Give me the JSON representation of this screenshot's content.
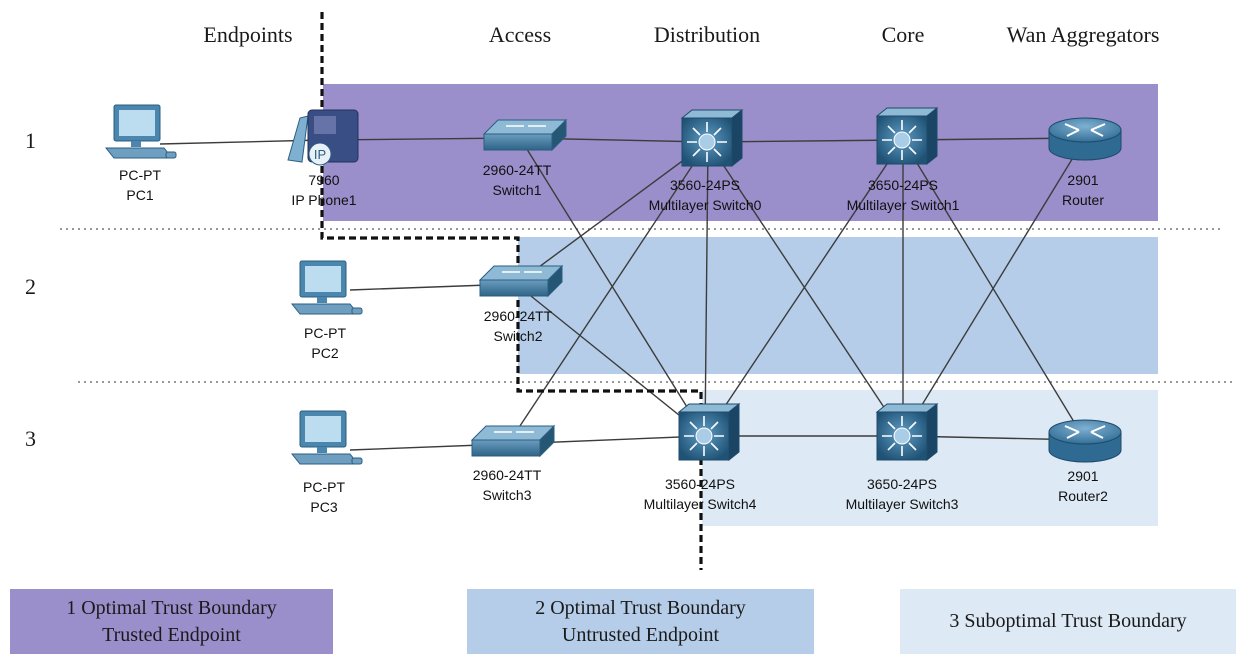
{
  "columns": [
    "Endpoints",
    "Access",
    "Distribution",
    "Core",
    "Wan Aggregators"
  ],
  "rows": [
    "1",
    "2",
    "3"
  ],
  "devices": {
    "pc1": {
      "model": "PC-PT",
      "name": "PC1",
      "icon": "pc-icon"
    },
    "phone1": {
      "model": "7960",
      "name": "IP Phone1",
      "icon": "ip-phone-icon"
    },
    "switch1": {
      "model": "2960-24TT",
      "name": "Switch1",
      "icon": "switch-icon"
    },
    "mls0": {
      "model": "3560-24PS",
      "name": "Multilayer Switch0",
      "icon": "multilayer-switch-icon"
    },
    "mls1": {
      "model": "3650-24PS",
      "name": "Multilayer Switch1",
      "icon": "multilayer-switch-icon"
    },
    "router1": {
      "model": "2901",
      "name": "Router",
      "icon": "router-icon"
    },
    "pc2": {
      "model": "PC-PT",
      "name": "PC2",
      "icon": "pc-icon"
    },
    "switch2": {
      "model": "2960-24TT",
      "name": "Switch2",
      "icon": "switch-icon"
    },
    "pc3": {
      "model": "PC-PT",
      "name": "PC3",
      "icon": "pc-icon"
    },
    "switch3": {
      "model": "2960-24TT",
      "name": "Switch3",
      "icon": "switch-icon"
    },
    "mls4": {
      "model": "3560-24PS",
      "name": "Multilayer Switch4",
      "icon": "multilayer-switch-icon"
    },
    "mls3": {
      "model": "3650-24PS",
      "name": "Multilayer Switch3",
      "icon": "multilayer-switch-icon"
    },
    "router2": {
      "model": "2901",
      "name": "Router2",
      "icon": "router-icon"
    }
  },
  "links": [
    [
      "pc1",
      "phone1"
    ],
    [
      "phone1",
      "switch1"
    ],
    [
      "switch1",
      "mls0"
    ],
    [
      "mls0",
      "mls1"
    ],
    [
      "mls1",
      "router1"
    ],
    [
      "pc2",
      "switch2"
    ],
    [
      "pc3",
      "switch3"
    ],
    [
      "switch3",
      "mls4"
    ],
    [
      "mls4",
      "mls3"
    ],
    [
      "mls3",
      "router2"
    ],
    [
      "switch1",
      "mls4"
    ],
    [
      "switch2",
      "mls0"
    ],
    [
      "switch2",
      "mls4"
    ],
    [
      "switch3",
      "mls0"
    ],
    [
      "mls0",
      "mls4"
    ],
    [
      "mls0",
      "mls3"
    ],
    [
      "mls1",
      "mls4"
    ],
    [
      "mls1",
      "mls3"
    ],
    [
      "mls1",
      "router2"
    ],
    [
      "mls3",
      "router1"
    ]
  ],
  "legend": [
    {
      "line1": "1 Optimal Trust Boundary",
      "line2": "Trusted Endpoint"
    },
    {
      "line1": "2 Optimal Trust Boundary",
      "line2": "Untrusted Endpoint"
    },
    {
      "line1": "3 Suboptimal Trust Boundary",
      "line2": ""
    }
  ],
  "colors": {
    "band1": "#9a8fcb",
    "band2": "#b5cde8",
    "band3": "#dde9f5",
    "legend1": "#9a8fcb",
    "legend2": "#b5cde8",
    "legend3": "#dde9f5",
    "link": "#3c3c3c",
    "boundary": "#111111"
  }
}
